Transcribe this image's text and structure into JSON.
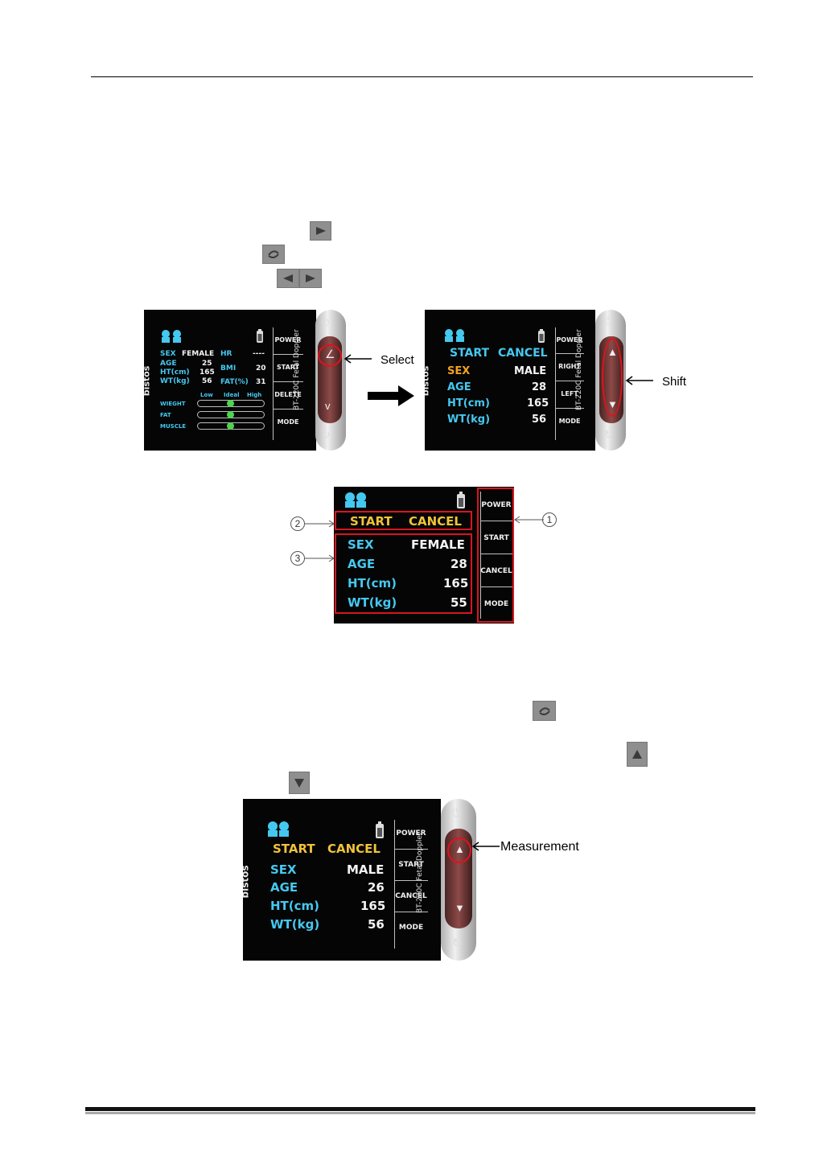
{
  "icons": {
    "right_arrow": "right-arrow-key-icon",
    "refresh": "refresh-key-icon",
    "left_right": "left-right-key-icon",
    "up": "up-key-icon",
    "down": "down-key-icon"
  },
  "screen1": {
    "sex_label": "SEX",
    "sex_value": "FEMALE",
    "hr_label": "HR",
    "hr_value": "----",
    "age_label": "AGE",
    "age_value": "25",
    "bmi_label": "BMI",
    "bmi_value": "20",
    "ht_label": "HT(cm)",
    "ht_value": "165",
    "fat_label": "FAT(%)",
    "fat_value": "31",
    "wt_label": "WT(kg)",
    "wt_value": "56",
    "scale_low": "Low",
    "scale_ideal": "Ideal",
    "scale_high": "High",
    "rows": [
      {
        "label": "WIEGHT",
        "level": 0.5
      },
      {
        "label": "FAT",
        "level": 0.5
      },
      {
        "label": "MUSCLE",
        "level": 0.5
      }
    ],
    "buttons": [
      "POWER",
      "START",
      "DELETE",
      "MODE"
    ],
    "brand": "bistos",
    "model": "BT-220C Fetal Doppler"
  },
  "screen2": {
    "start": "START",
    "cancel": "CANCEL",
    "sex_label": "SEX",
    "sex_value": "MALE",
    "age_label": "AGE",
    "age_value": "28",
    "ht_label": "HT(cm)",
    "ht_value": "165",
    "wt_label": "WT(kg)",
    "wt_value": "56",
    "buttons": [
      "POWER",
      "RIGHT",
      "LEFT",
      "MODE"
    ],
    "brand": "bistos",
    "model": "BT-220C Fetal Doppler"
  },
  "screen3": {
    "start": "START",
    "cancel": "CANCEL",
    "sex_label": "SEX",
    "sex_value": "FEMALE",
    "age_label": "AGE",
    "age_value": "28",
    "ht_label": "HT(cm)",
    "ht_value": "165",
    "wt_label": "WT(kg)",
    "wt_value": "55",
    "buttons": [
      "POWER",
      "START",
      "CANCEL",
      "MODE"
    ]
  },
  "screen4": {
    "start": "START",
    "cancel": "CANCEL",
    "sex_label": "SEX",
    "sex_value": "MALE",
    "age_label": "AGE",
    "age_value": "26",
    "ht_label": "HT(cm)",
    "ht_value": "165",
    "wt_label": "WT(kg)",
    "wt_value": "56",
    "buttons": [
      "POWER",
      "START",
      "CANCEL",
      "MODE"
    ],
    "brand": "bistos",
    "model": "BT-220C Fetal Doppler"
  },
  "callouts": {
    "select": "Select",
    "shift": "Shift",
    "measurement": "Measurement",
    "num1": "1",
    "num2": "2",
    "num3": "3"
  }
}
